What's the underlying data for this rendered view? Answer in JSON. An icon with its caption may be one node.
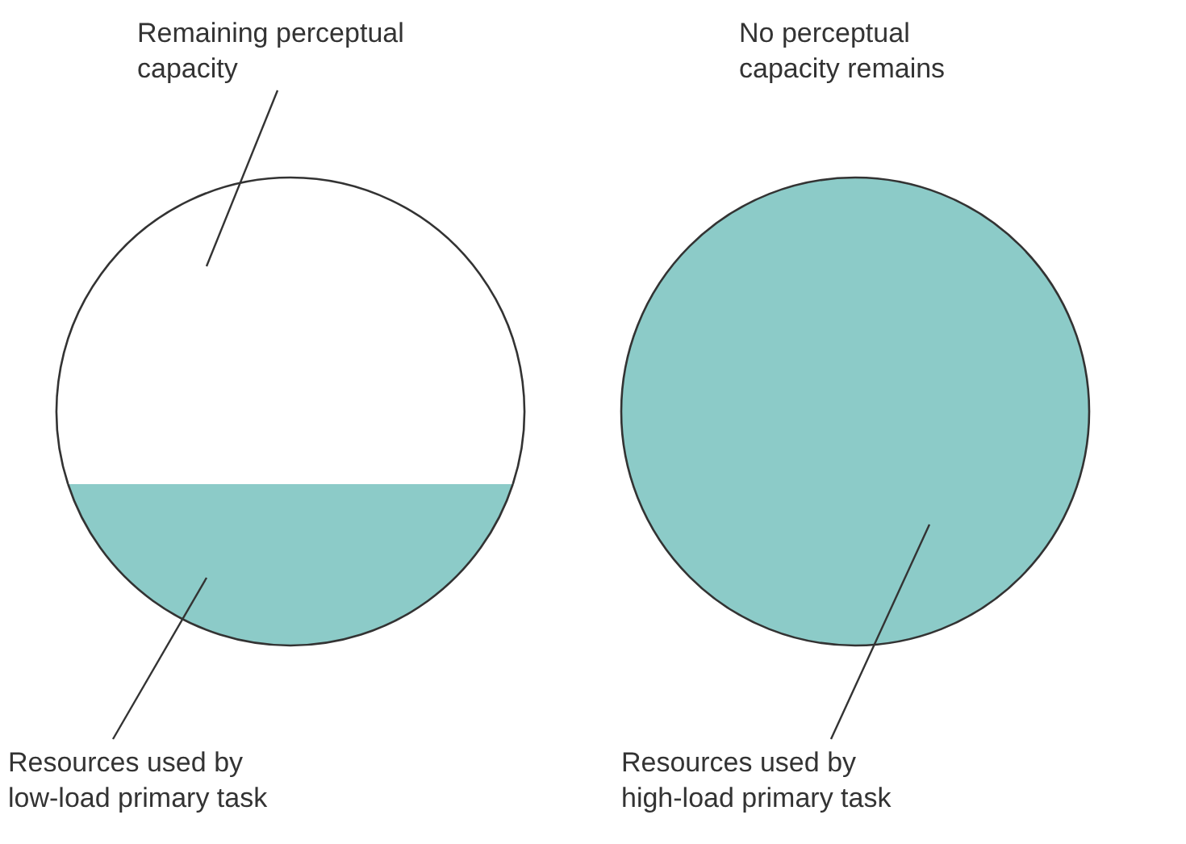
{
  "diagram": {
    "nodes": [
      {
        "text": [
          "Remaining perceptual capacity"
        ]
      },
      {
        "text": [],
        "shape": "circle"
      },
      {
        "text": [],
        "shape": "circle"
      },
      {
        "text": [
          "Resources used by low-load primary task"
        ]
      },
      {
        "text": [],
        "shape": "circle"
      },
      {
        "text": [
          "Resources used by high-load primary task"
        ]
      }
    ],
    "edges": [
      {
        "from": 0,
        "to": 1,
        "arrow": "none"
      },
      {
        "from": 3,
        "to": 2,
        "arrow": "none"
      },
      {
        "from": 5,
        "to": 4,
        "arrow": "none"
      }
    ],
    "labels": [
      "No perceptual capacity remains"
    ]
  }
}
